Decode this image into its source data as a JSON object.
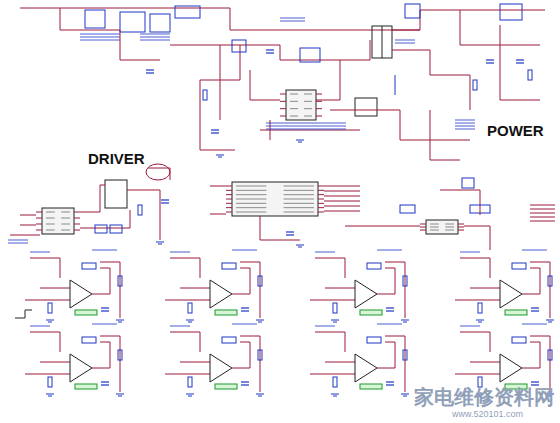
{
  "diagram": {
    "labels": [
      "POWER",
      "DRIVER",
      "家电维修资料网",
      "www.520101.com"
    ]
  }
}
